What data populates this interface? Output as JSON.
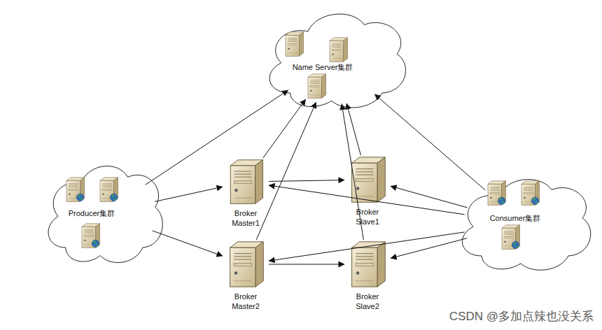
{
  "diagram": {
    "nodes": [
      {
        "text": [
          "Name Server集群"
        ]
      },
      {
        "text": [
          "Producer集群"
        ]
      },
      {
        "text": [
          "Broker Master1"
        ]
      },
      {
        "text": [
          "Broker Slave1"
        ]
      },
      {
        "text": [
          "Consumer集群"
        ]
      },
      {
        "text": [
          "Broker Master2"
        ]
      },
      {
        "text": [
          "Broker Slave2"
        ]
      }
    ],
    "edges": [
      {
        "from": 1,
        "to": 0,
        "arrow": "to"
      },
      {
        "from": 1,
        "to": 2,
        "arrow": "to"
      },
      {
        "from": 1,
        "to": 5,
        "arrow": "to"
      },
      {
        "from": 2,
        "to": 0,
        "arrow": "to"
      },
      {
        "from": 3,
        "to": 0,
        "arrow": "to"
      },
      {
        "from": 5,
        "to": 0,
        "arrow": "to"
      },
      {
        "from": 6,
        "to": 0,
        "arrow": "to"
      },
      {
        "from": 2,
        "to": 3,
        "arrow": "to"
      },
      {
        "from": 5,
        "to": 6,
        "arrow": "to"
      },
      {
        "from": 4,
        "to": 0,
        "arrow": "to"
      },
      {
        "from": 4,
        "to": 2,
        "arrow": "to"
      },
      {
        "from": 4,
        "to": 3,
        "arrow": "to"
      },
      {
        "from": 4,
        "to": 5,
        "arrow": "to"
      },
      {
        "from": 4,
        "to": 6,
        "arrow": "to"
      }
    ],
    "labels": [
      "CSDN @多加点辣也没关系"
    ]
  }
}
